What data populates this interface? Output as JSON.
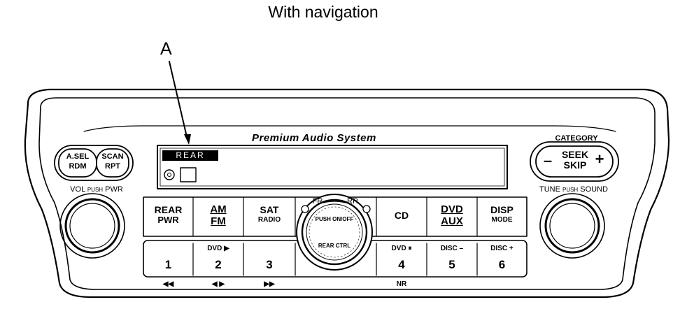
{
  "header": {
    "title": "With navigation",
    "callout": "A"
  },
  "unit": {
    "brand": "Premium Audio System",
    "display_badge": "REAR",
    "left_buttons": {
      "asel": "A.SEL",
      "rdm": "RDM",
      "scan": "SCAN",
      "rpt": "RPT"
    },
    "vol_label": {
      "a": "VOL",
      "push": "PUSH",
      "b": "PWR"
    },
    "category": "CATEGORY",
    "seek": {
      "minus": "–",
      "line1": "SEEK",
      "line2": "SKIP",
      "plus": "+"
    },
    "tune_label": {
      "a": "TUNE",
      "push": "PUSH",
      "b": "SOUND"
    },
    "top_buttons": [
      {
        "top": "REAR",
        "bottom": "PWR"
      },
      {
        "top": "AM",
        "bottom": "FM"
      },
      {
        "top": "SAT",
        "bottom": "RADIO"
      },
      {
        "top": "CD",
        "bottom": ""
      },
      {
        "top": "DVD",
        "bottom": "AUX"
      },
      {
        "top": "DISP",
        "bottom": "MODE"
      }
    ],
    "fr_rr": {
      "fr": "FR",
      "rr": "RR"
    },
    "center_knob": {
      "top": "PUSH ON/OFF",
      "bottom": "REAR CTRL"
    },
    "presets": [
      {
        "label": "",
        "number": "1",
        "below": "◀◀"
      },
      {
        "label": "DVD ▶",
        "number": "2",
        "below": "◀ ▶"
      },
      {
        "label": "",
        "number": "3",
        "below": "▶▶"
      },
      {
        "label": "DVD ⏸",
        "number": "4",
        "below": "NR"
      },
      {
        "label": "DISC –",
        "number": "5",
        "below": ""
      },
      {
        "label": "DISC +",
        "number": "6",
        "below": ""
      }
    ]
  }
}
